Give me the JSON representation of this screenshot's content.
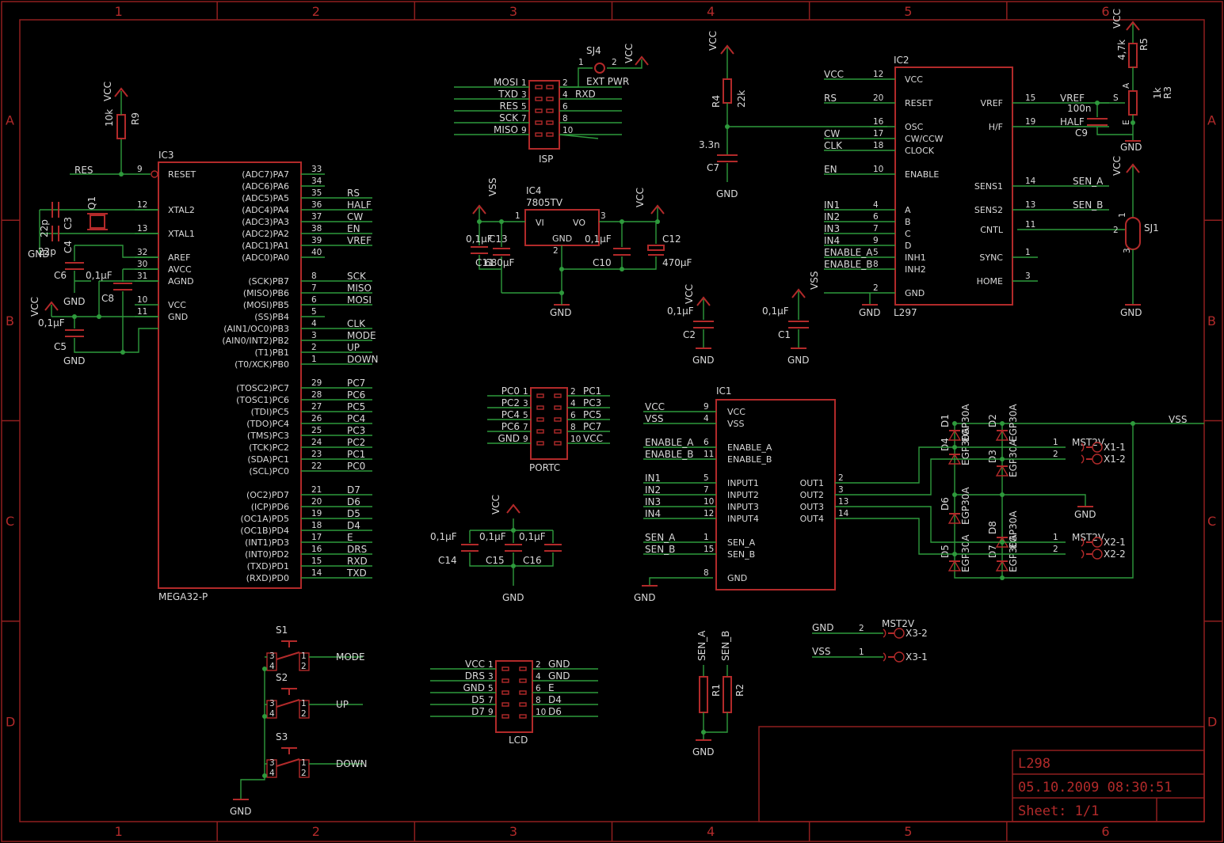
{
  "frame": {
    "columns": [
      "1",
      "2",
      "3",
      "4",
      "5",
      "6"
    ],
    "rows": [
      "A",
      "B",
      "C",
      "D"
    ]
  },
  "title_block": {
    "title": "L298",
    "date": "05.10.2009 08:30:51",
    "sheet": "Sheet: 1/1"
  },
  "parts": {
    "ic3": {
      "name": "IC3",
      "value": "MEGA32-P",
      "left_pins": [
        {
          "label": "RESET",
          "num": "9"
        },
        {
          "label": "XTAL2",
          "num": "12"
        },
        {
          "label": "XTAL1",
          "num": "13"
        },
        {
          "label": "AREF",
          "num": "32"
        },
        {
          "label": "AVCC",
          "num": "30"
        },
        {
          "label": "AGND",
          "num": "31"
        },
        {
          "label": "VCC",
          "num": "10"
        },
        {
          "label": "GND",
          "num": "11"
        }
      ],
      "right_pins": [
        {
          "label": "(ADC7)PA7",
          "num": "33",
          "net": ""
        },
        {
          "label": "(ADC6)PA6",
          "num": "34",
          "net": ""
        },
        {
          "label": "(ADC5)PA5",
          "num": "35",
          "net": "RS"
        },
        {
          "label": "(ADC4)PA4",
          "num": "36",
          "net": "HALF"
        },
        {
          "label": "(ADC3)PA3",
          "num": "37",
          "net": "CW"
        },
        {
          "label": "(ADC2)PA2",
          "num": "38",
          "net": "EN"
        },
        {
          "label": "(ADC1)PA1",
          "num": "39",
          "net": "VREF"
        },
        {
          "label": "(ADC0)PA0",
          "num": "40",
          "net": ""
        },
        {
          "label": "(SCK)PB7",
          "num": "8",
          "net": "SCK"
        },
        {
          "label": "(MISO)PB6",
          "num": "7",
          "net": "MISO"
        },
        {
          "label": "(MOSI)PB5",
          "num": "6",
          "net": "MOSI"
        },
        {
          "label": "(SS)PB4",
          "num": "5",
          "net": ""
        },
        {
          "label": "(AIN1/OC0)PB3",
          "num": "4",
          "net": "CLK"
        },
        {
          "label": "(AIN0/INT2)PB2",
          "num": "3",
          "net": "MODE"
        },
        {
          "label": "(T1)PB1",
          "num": "2",
          "net": "UP"
        },
        {
          "label": "(T0/XCK)PB0",
          "num": "1",
          "net": "DOWN"
        },
        {
          "label": "(TOSC2)PC7",
          "num": "29",
          "net": "PC7"
        },
        {
          "label": "(TOSC1)PC6",
          "num": "28",
          "net": "PC6"
        },
        {
          "label": "(TDI)PC5",
          "num": "27",
          "net": "PC5"
        },
        {
          "label": "(TDO)PC4",
          "num": "26",
          "net": "PC4"
        },
        {
          "label": "(TMS)PC3",
          "num": "25",
          "net": "PC3"
        },
        {
          "label": "(TCK)PC2",
          "num": "24",
          "net": "PC2"
        },
        {
          "label": "(SDA)PC1",
          "num": "23",
          "net": "PC1"
        },
        {
          "label": "(SCL)PC0",
          "num": "22",
          "net": "PC0"
        },
        {
          "label": "(OC2)PD7",
          "num": "21",
          "net": "D7"
        },
        {
          "label": "(ICP)PD6",
          "num": "20",
          "net": "D6"
        },
        {
          "label": "(OC1A)PD5",
          "num": "19",
          "net": "D5"
        },
        {
          "label": "(OC1B)PD4",
          "num": "18",
          "net": "D4"
        },
        {
          "label": "(INT1)PD3",
          "num": "17",
          "net": "E"
        },
        {
          "label": "(INT0)PD2",
          "num": "16",
          "net": "DRS"
        },
        {
          "label": "(TXD)PD1",
          "num": "15",
          "net": "RXD"
        },
        {
          "label": "(RXD)PD0",
          "num": "14",
          "net": "TXD"
        }
      ]
    },
    "ic2": {
      "name": "IC2",
      "value": "L297",
      "left_pins": [
        {
          "label": "VCC",
          "num": "12",
          "net": "VCC"
        },
        {
          "label": "RESET",
          "num": "20",
          "net": "RS"
        },
        {
          "label": "OSC",
          "num": "16",
          "net": ""
        },
        {
          "label": "CW/CCW",
          "num": "17",
          "net": "CW"
        },
        {
          "label": "CLOCK",
          "num": "18",
          "net": "CLK"
        },
        {
          "label": "ENABLE",
          "num": "10",
          "net": "EN"
        },
        {
          "label": "A",
          "num": "4",
          "net": "IN1"
        },
        {
          "label": "B",
          "num": "6",
          "net": "IN2"
        },
        {
          "label": "C",
          "num": "7",
          "net": "IN3"
        },
        {
          "label": "D",
          "num": "9",
          "net": "IN4"
        },
        {
          "label": "INH1",
          "num": "5",
          "net": "ENABLE_A"
        },
        {
          "label": "INH2",
          "num": "8",
          "net": "ENABLE_B"
        },
        {
          "label": "GND",
          "num": "2",
          "net": "GND"
        }
      ],
      "right_pins": [
        {
          "label": "VREF",
          "num": "15",
          "net": "VREF"
        },
        {
          "label": "H/F",
          "num": "19",
          "net": "HALF"
        },
        {
          "label": "SENS1",
          "num": "14",
          "net": "SEN_A"
        },
        {
          "label": "SENS2",
          "num": "13",
          "net": "SEN_B"
        },
        {
          "label": "CNTL",
          "num": "11",
          "net": ""
        },
        {
          "label": "SYNC",
          "num": "1",
          "net": ""
        },
        {
          "label": "HOME",
          "num": "3",
          "net": ""
        }
      ]
    },
    "ic1": {
      "name": "IC1",
      "left_pins": [
        {
          "label": "VCC",
          "num": "9",
          "net": "VCC"
        },
        {
          "label": "VSS",
          "num": "4",
          "net": "VSS"
        },
        {
          "label": "ENABLE_A",
          "num": "6",
          "net": "ENABLE_A"
        },
        {
          "label": "ENABLE_B",
          "num": "11",
          "net": "ENABLE_B"
        },
        {
          "label": "INPUT1",
          "num": "5",
          "net": "IN1"
        },
        {
          "label": "INPUT2",
          "num": "7",
          "net": "IN2"
        },
        {
          "label": "INPUT3",
          "num": "10",
          "net": "IN3"
        },
        {
          "label": "INPUT4",
          "num": "12",
          "net": "IN4"
        },
        {
          "label": "SEN_A",
          "num": "1",
          "net": "SEN_A"
        },
        {
          "label": "SEN_B",
          "num": "15",
          "net": "SEN_B"
        },
        {
          "label": "GND",
          "num": "8",
          "net": ""
        }
      ],
      "right_pins": [
        {
          "label": "OUT1",
          "num": "2"
        },
        {
          "label": "OUT2",
          "num": "3"
        },
        {
          "label": "OUT3",
          "num": "13"
        },
        {
          "label": "OUT4",
          "num": "14"
        }
      ]
    },
    "ic4": {
      "name": "IC4",
      "value": "7805TV",
      "vi": "VI",
      "vo": "VO",
      "gnd": "GND",
      "n1": "1",
      "n2": "2",
      "n3": "3"
    },
    "isp": {
      "name": "ISP",
      "left": [
        {
          "net": "MOSI",
          "num": "1"
        },
        {
          "net": "TXD",
          "num": "3"
        },
        {
          "net": "RES",
          "num": "5"
        },
        {
          "net": "SCK",
          "num": "7"
        },
        {
          "net": "MISO",
          "num": "9"
        }
      ],
      "right": [
        {
          "num": "2",
          "net": ""
        },
        {
          "num": "4",
          "net": "RXD"
        },
        {
          "num": "6",
          "net": ""
        },
        {
          "num": "8",
          "net": ""
        },
        {
          "num": "10",
          "net": ""
        }
      ]
    },
    "portc": {
      "name": "PORTC",
      "left": [
        {
          "net": "PC0",
          "num": "1"
        },
        {
          "net": "PC2",
          "num": "3"
        },
        {
          "net": "PC4",
          "num": "5"
        },
        {
          "net": "PC6",
          "num": "7"
        },
        {
          "net": "GND",
          "num": "9"
        }
      ],
      "right": [
        {
          "num": "2",
          "net": "PC1"
        },
        {
          "num": "4",
          "net": "PC3"
        },
        {
          "num": "6",
          "net": "PC5"
        },
        {
          "num": "8",
          "net": "PC7"
        },
        {
          "num": "10",
          "net": "VCC"
        }
      ]
    },
    "lcd": {
      "name": "LCD",
      "left": [
        {
          "net": "VCC",
          "num": "1"
        },
        {
          "net": "DRS",
          "num": "3"
        },
        {
          "net": "GND",
          "num": "5"
        },
        {
          "net": "D5",
          "num": "7"
        },
        {
          "net": "D7",
          "num": "9"
        }
      ],
      "right": [
        {
          "num": "2",
          "net": "GND"
        },
        {
          "num": "4",
          "net": "GND"
        },
        {
          "num": "6",
          "net": "E"
        },
        {
          "num": "8",
          "net": "D4"
        },
        {
          "num": "10",
          "net": "D6"
        }
      ]
    },
    "sj4": {
      "name": "SJ4",
      "value": "EXT PWR",
      "p1": "1",
      "p2": "2"
    },
    "sj1": {
      "name": "SJ1",
      "p1": "1",
      "p2": "2",
      "p3": "3"
    },
    "switches": [
      {
        "name": "S1",
        "net": "MODE"
      },
      {
        "name": "S2",
        "net": "UP"
      },
      {
        "name": "S3",
        "net": "DOWN"
      }
    ],
    "resistors": {
      "r9": {
        "name": "R9",
        "value": "10k"
      },
      "r4": {
        "name": "R4",
        "value": "22k"
      },
      "r5": {
        "name": "R5",
        "value": "4,7k"
      },
      "r3": {
        "name": "R3",
        "value": "1k"
      },
      "r1": {
        "name": "R1"
      },
      "r2": {
        "name": "R2"
      }
    },
    "capacitors": {
      "c7": {
        "name": "C7",
        "value": "3.3n"
      },
      "c9": {
        "name": "C9",
        "value": "100n"
      },
      "c2": {
        "name": "C2",
        "value": "0,1µF"
      },
      "c1": {
        "name": "C1",
        "value": "0,1µF"
      },
      "c3": {
        "name": "C3",
        "value": "22p"
      },
      "c4": {
        "name": "C4",
        "value": "22p"
      },
      "c6": {
        "name": "C6",
        "value": "0,1µF"
      },
      "c8": {
        "name": "C8",
        "value": "0,1µF"
      },
      "c5": {
        "name": "C5",
        "value": "0,1µF"
      },
      "c10": {
        "name": "C10",
        "value": "0,1µF"
      },
      "c11": {
        "name": "C11",
        "value": "680µF"
      },
      "c12": {
        "name": "C12",
        "value": "470µF"
      },
      "c13": {
        "name": "C13",
        "value": "0,1µF"
      },
      "c14": {
        "name": "C14",
        "value": "0,1µF"
      },
      "c15": {
        "name": "C15",
        "value": "0,1µF"
      },
      "c16": {
        "name": "C16",
        "value": "0,1µF"
      }
    },
    "q1": {
      "name": "Q1"
    },
    "diodes": {
      "type": "EGP30A",
      "names": [
        "D1",
        "D2",
        "D3",
        "D4",
        "D5",
        "D6",
        "D7",
        "D8"
      ]
    },
    "connectors": [
      {
        "name": "MST2V",
        "pins": [
          {
            "num": "1",
            "label": "X1-1"
          },
          {
            "num": "2",
            "label": "X1-2"
          }
        ]
      },
      {
        "name": "MST2V",
        "pins": [
          {
            "num": "1",
            "label": "X2-1"
          },
          {
            "num": "2",
            "label": "X2-2"
          }
        ]
      },
      {
        "name": "MST2V",
        "pins": [
          {
            "num": "2",
            "label": "X3-2",
            "net": "GND"
          },
          {
            "num": "1",
            "label": "X3-1",
            "net": "VSS"
          }
        ]
      }
    ]
  },
  "nets": {
    "vcc": "VCC",
    "vss": "VSS",
    "gnd": "GND",
    "res": "RES",
    "sen_a": "SEN_A",
    "sen_b": "SEN_B",
    "pot_a": "A",
    "pot_s": "S",
    "pot_e": "E"
  }
}
